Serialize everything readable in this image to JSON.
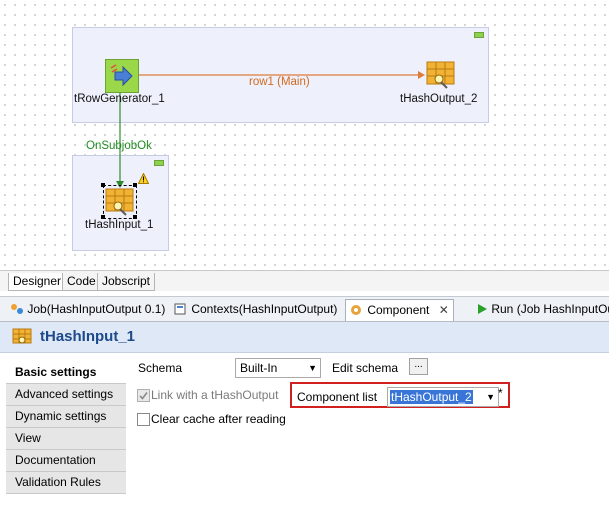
{
  "canvas": {
    "components": {
      "row_generator": "tRowGenerator_1",
      "hash_output": "tHashOutput_2",
      "hash_input": "tHashInput_1"
    },
    "links": {
      "main": "row1 (Main)",
      "subjob_ok": "OnSubjobOk"
    }
  },
  "designer_tabs": [
    "Designer",
    "Code",
    "Jobscript"
  ],
  "view_tabs": {
    "job": "Job(HashInputOutput 0.1)",
    "contexts": "Contexts(HashInputOutput)",
    "component": "Component",
    "run": "Run (Job HashInputOu"
  },
  "component_header": {
    "title": "tHashInput_1"
  },
  "sidebar": {
    "items": [
      "Basic settings",
      "Advanced settings",
      "Dynamic settings",
      "View",
      "Documentation",
      "Validation Rules"
    ]
  },
  "form": {
    "schema_label": "Schema",
    "schema_value": "Built-In",
    "edit_schema_label": "Edit schema",
    "edit_schema_button": "...",
    "link_label": "Link with a tHashOutput",
    "link_checked": true,
    "component_list_label": "Component list",
    "component_list_value": "tHashOutput_2",
    "asterisk": "*",
    "clear_cache_label": "Clear cache after reading",
    "clear_cache_checked": false
  },
  "colors": {
    "main_link": "#e07b39",
    "ok_link": "#2e8b2e",
    "highlight_border": "#d21f1f",
    "selection": "#3875d7"
  }
}
